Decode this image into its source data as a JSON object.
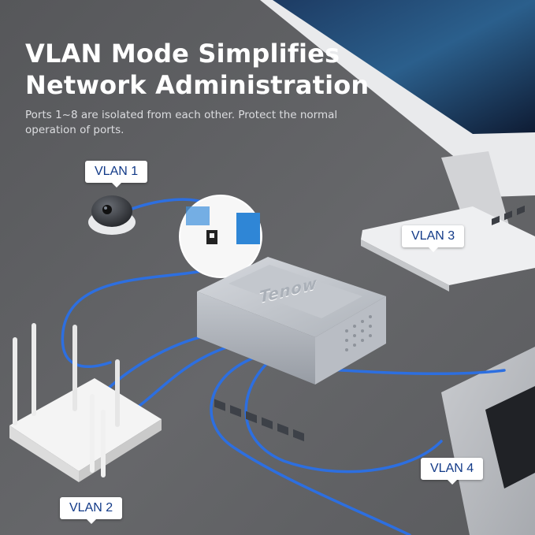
{
  "headline": {
    "line1": "VLAN Mode Simplifies",
    "line2": "Network Administration"
  },
  "subtext": "Ports 1~8 are isolated from each other. Protect the normal operation of ports.",
  "labels": {
    "vlan1": "VLAN 1",
    "vlan2": "VLAN 2",
    "vlan3": "VLAN 3",
    "vlan4": "VLAN 4"
  },
  "switch_brand": "Tenow",
  "colors": {
    "background": "#5f6063",
    "cable": "#2d6fe0",
    "tag_text": "#123a88",
    "tag_bg": "#ffffff"
  }
}
